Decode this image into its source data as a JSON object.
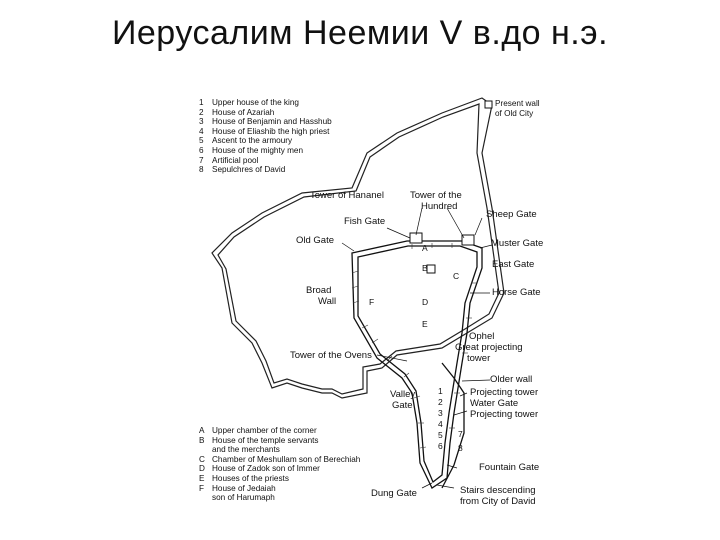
{
  "title": "Иерусалим Неемии V в.до н.э.",
  "legend_numbers": [
    {
      "key": "1",
      "text": "Upper house of the king"
    },
    {
      "key": "2",
      "text": "House of Azariah"
    },
    {
      "key": "3",
      "text": "House of Benjamin and Hasshub"
    },
    {
      "key": "4",
      "text": "House of Eliashib the high priest"
    },
    {
      "key": "5",
      "text": "Ascent to the armoury"
    },
    {
      "key": "6",
      "text": "House of the mighty men"
    },
    {
      "key": "7",
      "text": "Artificial pool"
    },
    {
      "key": "8",
      "text": "Sepulchres of David"
    }
  ],
  "legend_letters": [
    {
      "key": "A",
      "text": "Upper chamber of the corner"
    },
    {
      "key": "B",
      "text": "House of the temple servants"
    },
    {
      "key": "",
      "text": "and the merchants"
    },
    {
      "key": "C",
      "text": "Chamber of Meshullam son of Berechiah"
    },
    {
      "key": "D",
      "text": "House of Zadok son of Immer"
    },
    {
      "key": "E",
      "text": "Houses of the priests"
    },
    {
      "key": "F",
      "text": "House of Jedaiah"
    },
    {
      "key": "",
      "text": "son of Harumaph"
    }
  ],
  "present_wall_legend": {
    "line1": "Present wall",
    "line2": "of Old City"
  },
  "labels": {
    "tower_hananel": "Tower of Hananel",
    "tower_hundred_1": "Tower of the",
    "tower_hundred_2": "Hundred",
    "fish_gate": "Fish Gate",
    "sheep_gate": "Sheep Gate",
    "old_gate": "Old Gate",
    "muster_gate": "Muster Gate",
    "east_gate": "East Gate",
    "broad_wall_1": "Broad",
    "broad_wall_2": "Wall",
    "horse_gate": "Horse Gate",
    "ophel": "Ophel",
    "great_tower_1": "Great projecting",
    "great_tower_2": "tower",
    "tower_ovens": "Tower of the Ovens",
    "older_wall": "Older wall",
    "projecting_tower": "Projecting tower",
    "water_gate": "Water Gate",
    "projecting_tower_2": "Projecting tower",
    "valley_gate_1": "Valley",
    "valley_gate_2": "Gate",
    "fountain_gate": "Fountain Gate",
    "dung_gate": "Dung Gate",
    "stairs_1": "Stairs descending",
    "stairs_2": "from City of David"
  },
  "map_letters": [
    "A",
    "B",
    "C",
    "D",
    "E",
    "F"
  ],
  "map_numbers": [
    "1",
    "2",
    "3",
    "4",
    "5",
    "6",
    "7",
    "8"
  ]
}
